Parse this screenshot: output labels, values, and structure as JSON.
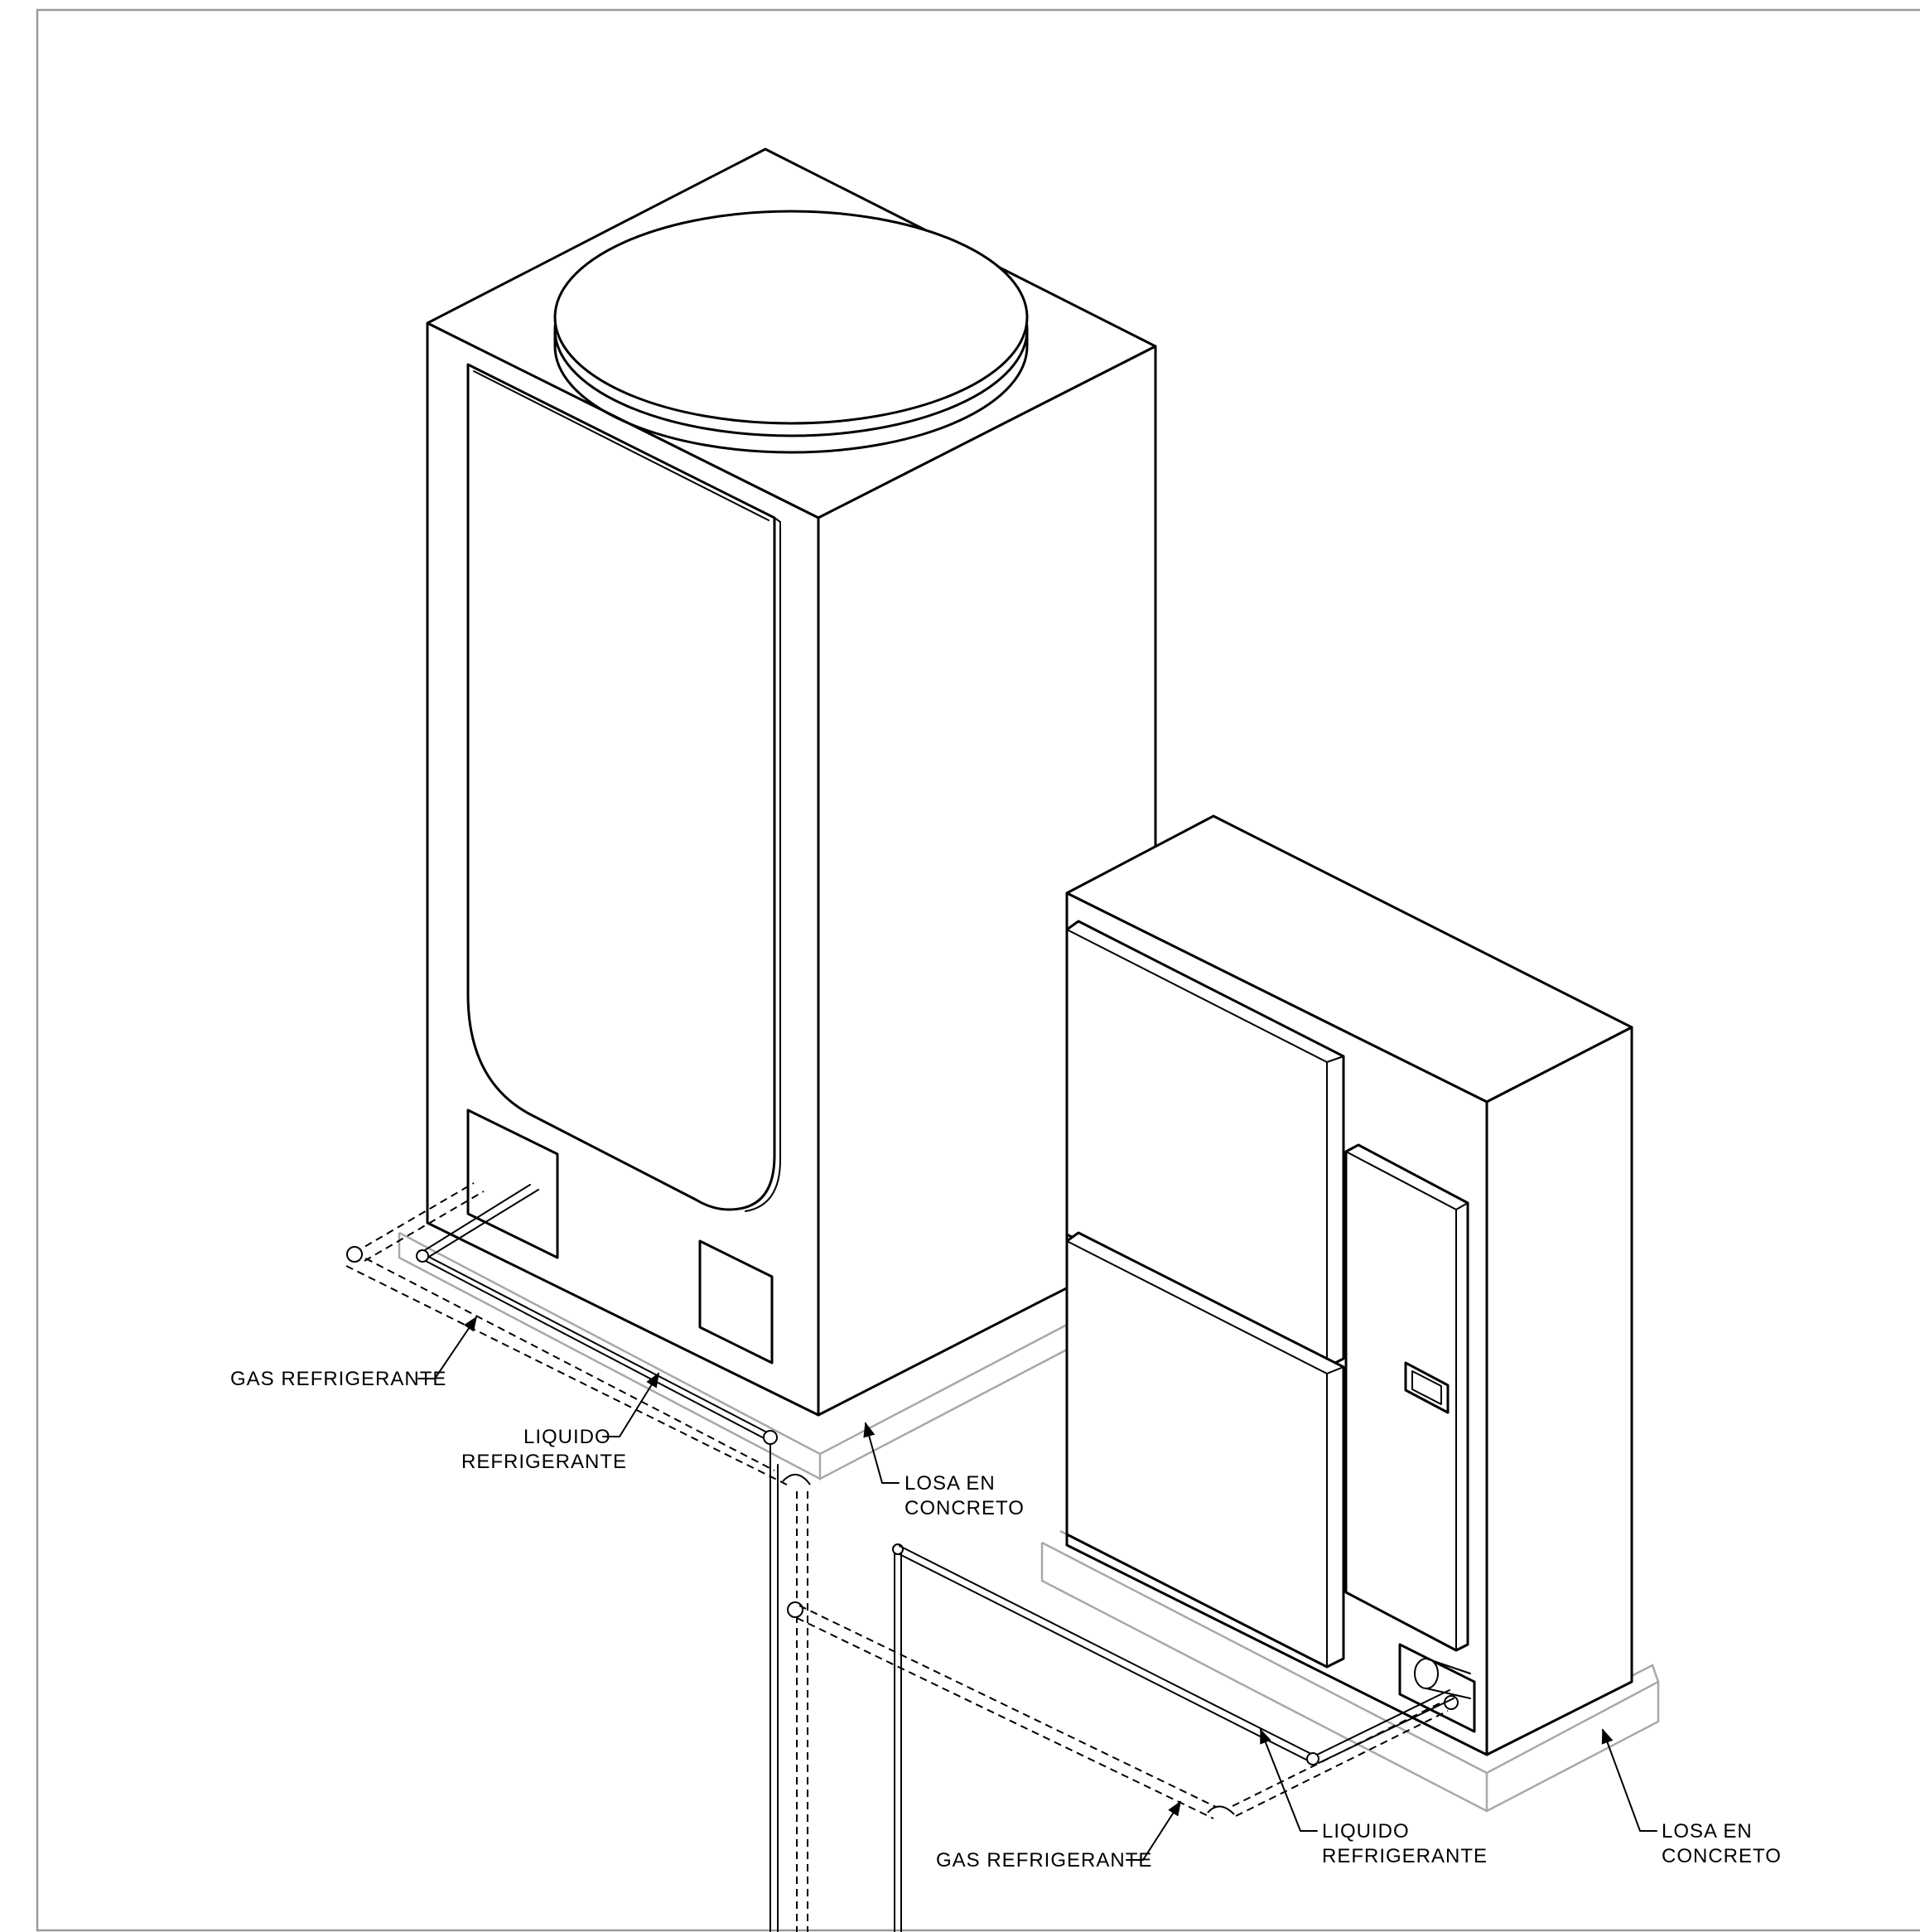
{
  "labels": {
    "gas_left": "GAS  REFRIGERANTE",
    "liquid_left_1": "LIQUIDO",
    "liquid_left_2": "REFRIGERANTE",
    "slab_left_1": "LOSA  EN",
    "slab_left_2": "CONCRETO",
    "gas_right": "GAS  REFRIGERANTE",
    "liquid_right_1": "LIQUIDO",
    "liquid_right_2": "REFRIGERANTE",
    "slab_right_1": "LOSA  EN",
    "slab_right_2": "CONCRETO"
  },
  "colors": {
    "line": "#000000",
    "slab": "#a8a8a8",
    "frame": "#9a9a9a",
    "background": "#ffffff"
  }
}
